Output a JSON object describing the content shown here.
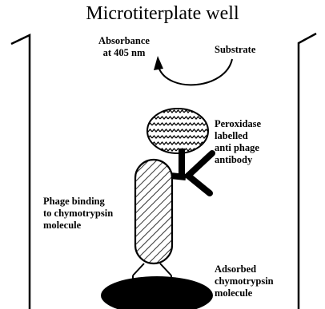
{
  "title": "Microtiterplate well",
  "labels": {
    "absorbance": [
      "Absorbance",
      "at 405 nm"
    ],
    "substrate": "Substrate",
    "peroxidase": [
      "Peroxidase",
      "labelled",
      "anti phage",
      "antibody"
    ],
    "phage": [
      "Phage binding",
      "to chymotrypsin",
      "molecule"
    ],
    "chymotrypsin": [
      "Adsorbed",
      "chymotrypsin",
      "molecule"
    ]
  },
  "icons": [
    "wavy-ellipse-peroxidase",
    "y-antibody",
    "hatched-capsule-phage",
    "black-ellipse-chymotrypsin",
    "curved-arrow"
  ],
  "colors": {
    "ink": "#000000",
    "background": "#ffffff"
  }
}
